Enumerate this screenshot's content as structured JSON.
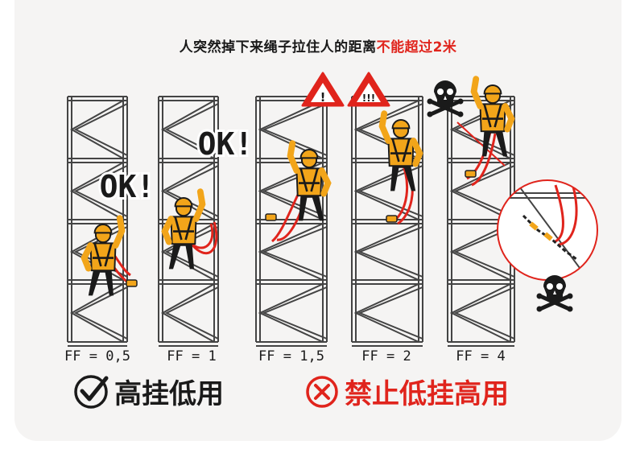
{
  "header": {
    "title_black": "人突然掉下来绳子拉住人的距离",
    "title_red": "不能超过2米"
  },
  "scenes": [
    {
      "ff_label": "FF = 0,5"
    },
    {
      "ff_label": "FF = 1"
    },
    {
      "ff_label": "FF = 1,5"
    },
    {
      "ff_label": "FF = 2"
    },
    {
      "ff_label": "FF = 4"
    }
  ],
  "ok_badges": [
    "OK!",
    "OK!"
  ],
  "warnings": [
    {
      "symbol": "!",
      "icon": "warning-triangle-icon"
    },
    {
      "symbol": "!!!",
      "icon": "warning-triangle-icon"
    }
  ],
  "danger_icons": [
    "skull-crossbones-icon",
    "skull-crossbones-icon"
  ],
  "footer": {
    "good_text": "高挂低用",
    "bad_text": "禁止低挂高用"
  },
  "colors": {
    "accent_red": "#e0241c",
    "harness_yellow": "#f2a51a",
    "scaffold_gray": "#444444",
    "text_dark": "#1a1a1a"
  }
}
